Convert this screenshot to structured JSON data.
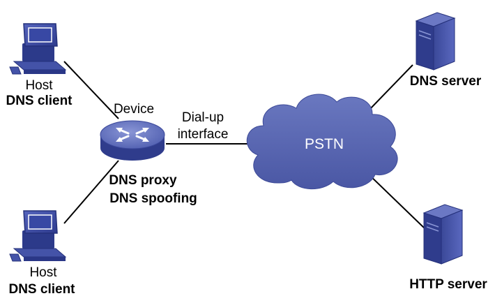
{
  "diagram": {
    "device": {
      "top_label": "Device",
      "role_line1": "DNS proxy",
      "role_line2": "DNS spoofing",
      "icon": "router-icon"
    },
    "link": {
      "label_line1": "Dial-up",
      "label_line2": "interface"
    },
    "network": {
      "label": "PSTN",
      "icon": "cloud-icon"
    },
    "hosts": [
      {
        "name": "Host",
        "role": "DNS client",
        "icon": "computer-icon"
      },
      {
        "name": "Host",
        "role": "DNS client",
        "icon": "computer-icon"
      }
    ],
    "servers": [
      {
        "role": "DNS server",
        "icon": "server-icon"
      },
      {
        "role": "HTTP server",
        "icon": "server-icon"
      }
    ],
    "colors": {
      "icon_blue": "#3f4fa8",
      "icon_dark": "#24307a",
      "cloud_blue": "#5a68b2",
      "line": "#000000"
    }
  }
}
